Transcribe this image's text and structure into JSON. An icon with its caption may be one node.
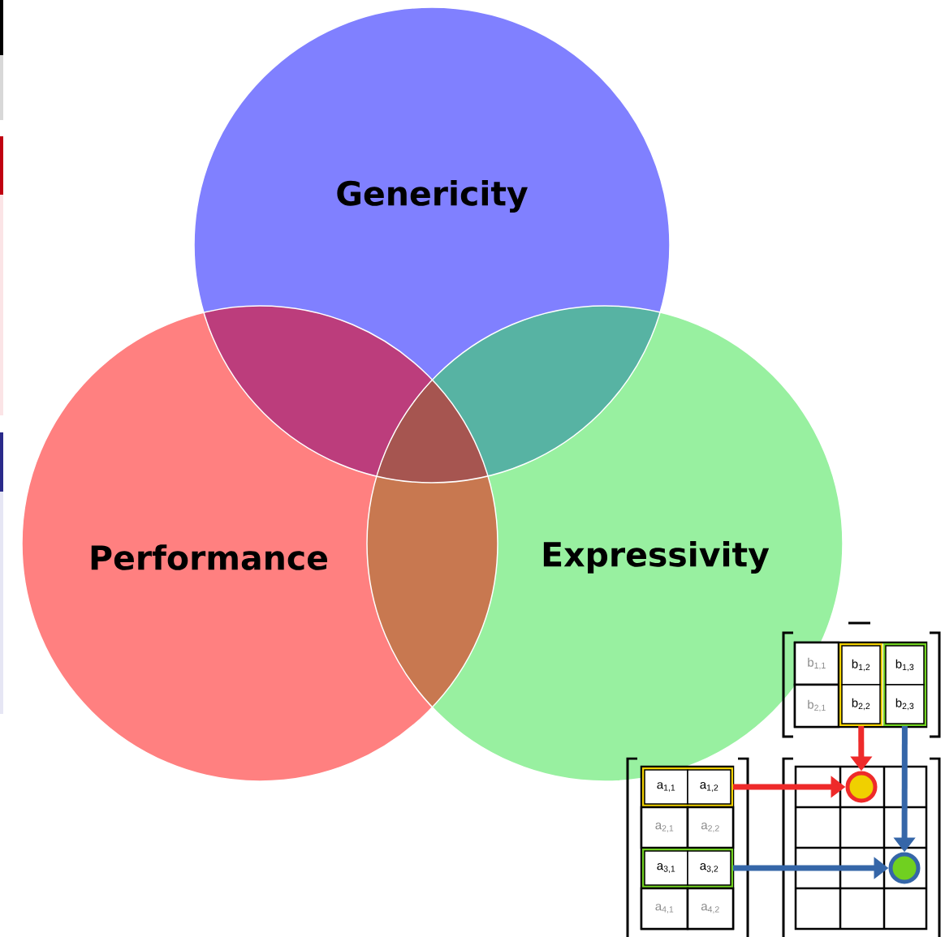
{
  "diagram": {
    "nodes": [
      {
        "text": [
          "Genericity"
        ]
      },
      {
        "text": [
          "Performance"
        ]
      },
      {
        "text": [
          "Expressivity"
        ]
      },
      {
        "text": [
          "b$_{1,1}$"
        ]
      },
      {
        "text": [
          "b$_{2,1}$"
        ]
      },
      {
        "text": [],
        "shape": "box"
      },
      {
        "text": [
          "b$_{1,2}$"
        ],
        "in": 5
      },
      {
        "text": [
          "b$_{2,2}$"
        ],
        "in": 5
      },
      {
        "text": [],
        "shape": "box"
      },
      {
        "text": [
          "b$_{1,3}$"
        ],
        "in": 8
      },
      {
        "text": [
          "b$_{2,3}$"
        ],
        "in": 8
      },
      {
        "text": [],
        "shape": "box"
      },
      {
        "text": [
          "a$_{1,1}$"
        ],
        "in": 11
      },
      {
        "text": [
          "a$_{1,2}$"
        ],
        "in": 11
      },
      {
        "text": [
          "a$_{2,1}$"
        ]
      },
      {
        "text": [
          "a$_{2,2}$"
        ]
      },
      {
        "text": [],
        "shape": "box"
      },
      {
        "text": [
          "a$_{3,1}$"
        ],
        "in": 16
      },
      {
        "text": [
          "a$_{3,2}$"
        ],
        "in": 16
      },
      {
        "text": [
          "a$_{4,1}$"
        ]
      },
      {
        "text": [
          "a$_{4,2}$"
        ]
      },
      {
        "text": [],
        "shape": "circle"
      },
      {
        "text": [],
        "shape": "circle"
      }
    ],
    "edges": [
      {
        "from": 5,
        "to": 21,
        "arrow": "to",
        "color": "#ee2a2a"
      },
      {
        "from": 8,
        "to": 22,
        "arrow": "to",
        "color": "#3566a8"
      },
      {
        "from": 11,
        "to": 21,
        "arrow": "to",
        "color": "#ee2a2a"
      },
      {
        "from": 16,
        "to": 22,
        "arrow": "to",
        "color": "#3566a8"
      }
    ]
  }
}
